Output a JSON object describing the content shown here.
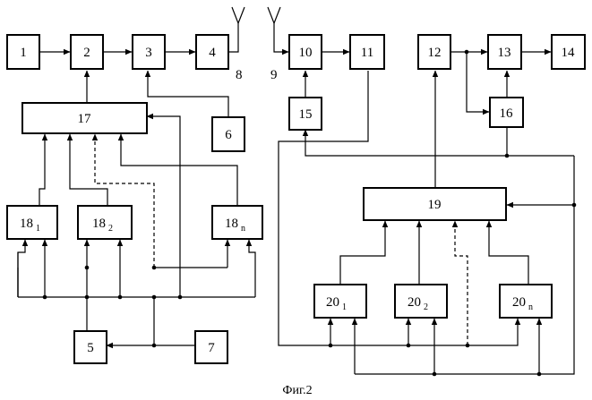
{
  "diagram": {
    "caption": "Фиг.2",
    "antennas": [
      {
        "id": "ant-8",
        "label": "8"
      },
      {
        "id": "ant-9",
        "label": "9"
      }
    ],
    "blocks": [
      {
        "id": "b1",
        "label": "1",
        "sub": ""
      },
      {
        "id": "b2",
        "label": "2",
        "sub": ""
      },
      {
        "id": "b3",
        "label": "3",
        "sub": ""
      },
      {
        "id": "b4",
        "label": "4",
        "sub": ""
      },
      {
        "id": "b5",
        "label": "5",
        "sub": ""
      },
      {
        "id": "b6",
        "label": "6",
        "sub": ""
      },
      {
        "id": "b7",
        "label": "7",
        "sub": ""
      },
      {
        "id": "b10",
        "label": "10",
        "sub": ""
      },
      {
        "id": "b11",
        "label": "11",
        "sub": ""
      },
      {
        "id": "b12",
        "label": "12",
        "sub": ""
      },
      {
        "id": "b13",
        "label": "13",
        "sub": ""
      },
      {
        "id": "b14",
        "label": "14",
        "sub": ""
      },
      {
        "id": "b15",
        "label": "15",
        "sub": ""
      },
      {
        "id": "b16",
        "label": "16",
        "sub": ""
      },
      {
        "id": "b17",
        "label": "17",
        "sub": ""
      },
      {
        "id": "b18-1",
        "label": "18",
        "sub": "1"
      },
      {
        "id": "b18-2",
        "label": "18",
        "sub": "2"
      },
      {
        "id": "b18-n",
        "label": "18",
        "sub": "n"
      },
      {
        "id": "b19",
        "label": "19",
        "sub": ""
      },
      {
        "id": "b20-1",
        "label": "20",
        "sub": "1"
      },
      {
        "id": "b20-2",
        "label": "20",
        "sub": "2"
      },
      {
        "id": "b20-n",
        "label": "20",
        "sub": "n"
      }
    ]
  }
}
